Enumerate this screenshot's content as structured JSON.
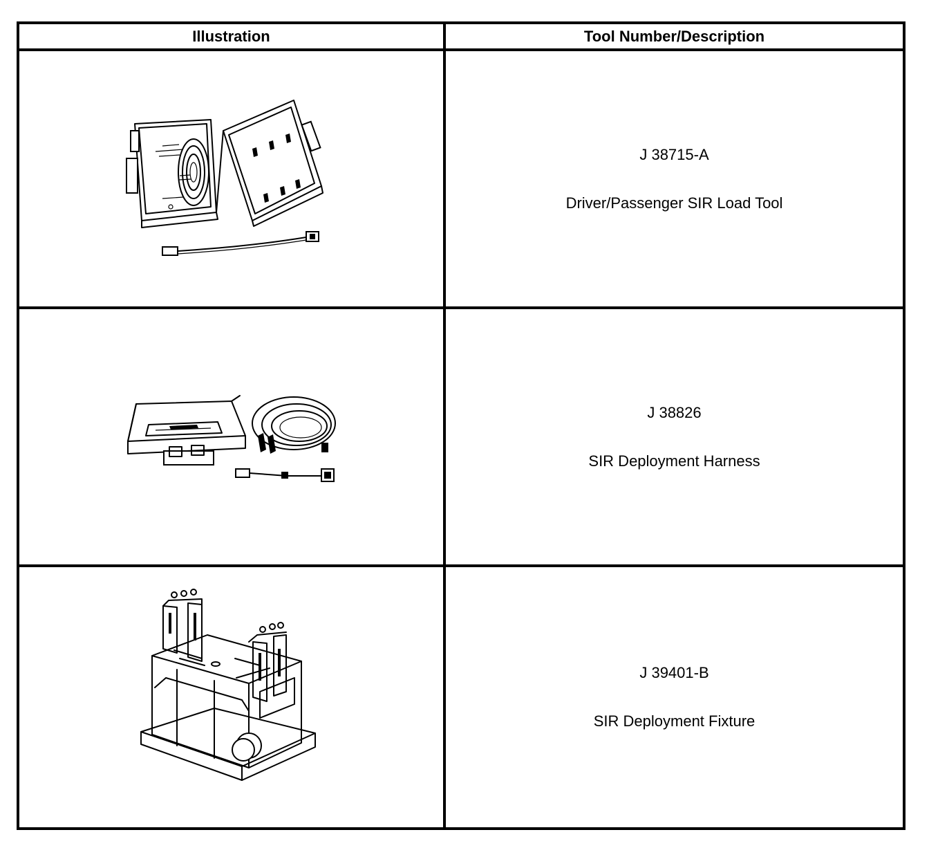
{
  "table": {
    "headers": {
      "illustration": "Illustration",
      "tool": "Tool Number/Description"
    },
    "rows": [
      {
        "illustration_icon": "load-tool-case-icon",
        "tool_number": "J 38715-A",
        "description": "Driver/Passenger SIR Load Tool"
      },
      {
        "illustration_icon": "deployment-harness-case-icon",
        "tool_number": "J 38826",
        "description": "SIR Deployment Harness"
      },
      {
        "illustration_icon": "deployment-fixture-icon",
        "tool_number": "J 39401-B",
        "description": "SIR Deployment Fixture"
      }
    ]
  }
}
